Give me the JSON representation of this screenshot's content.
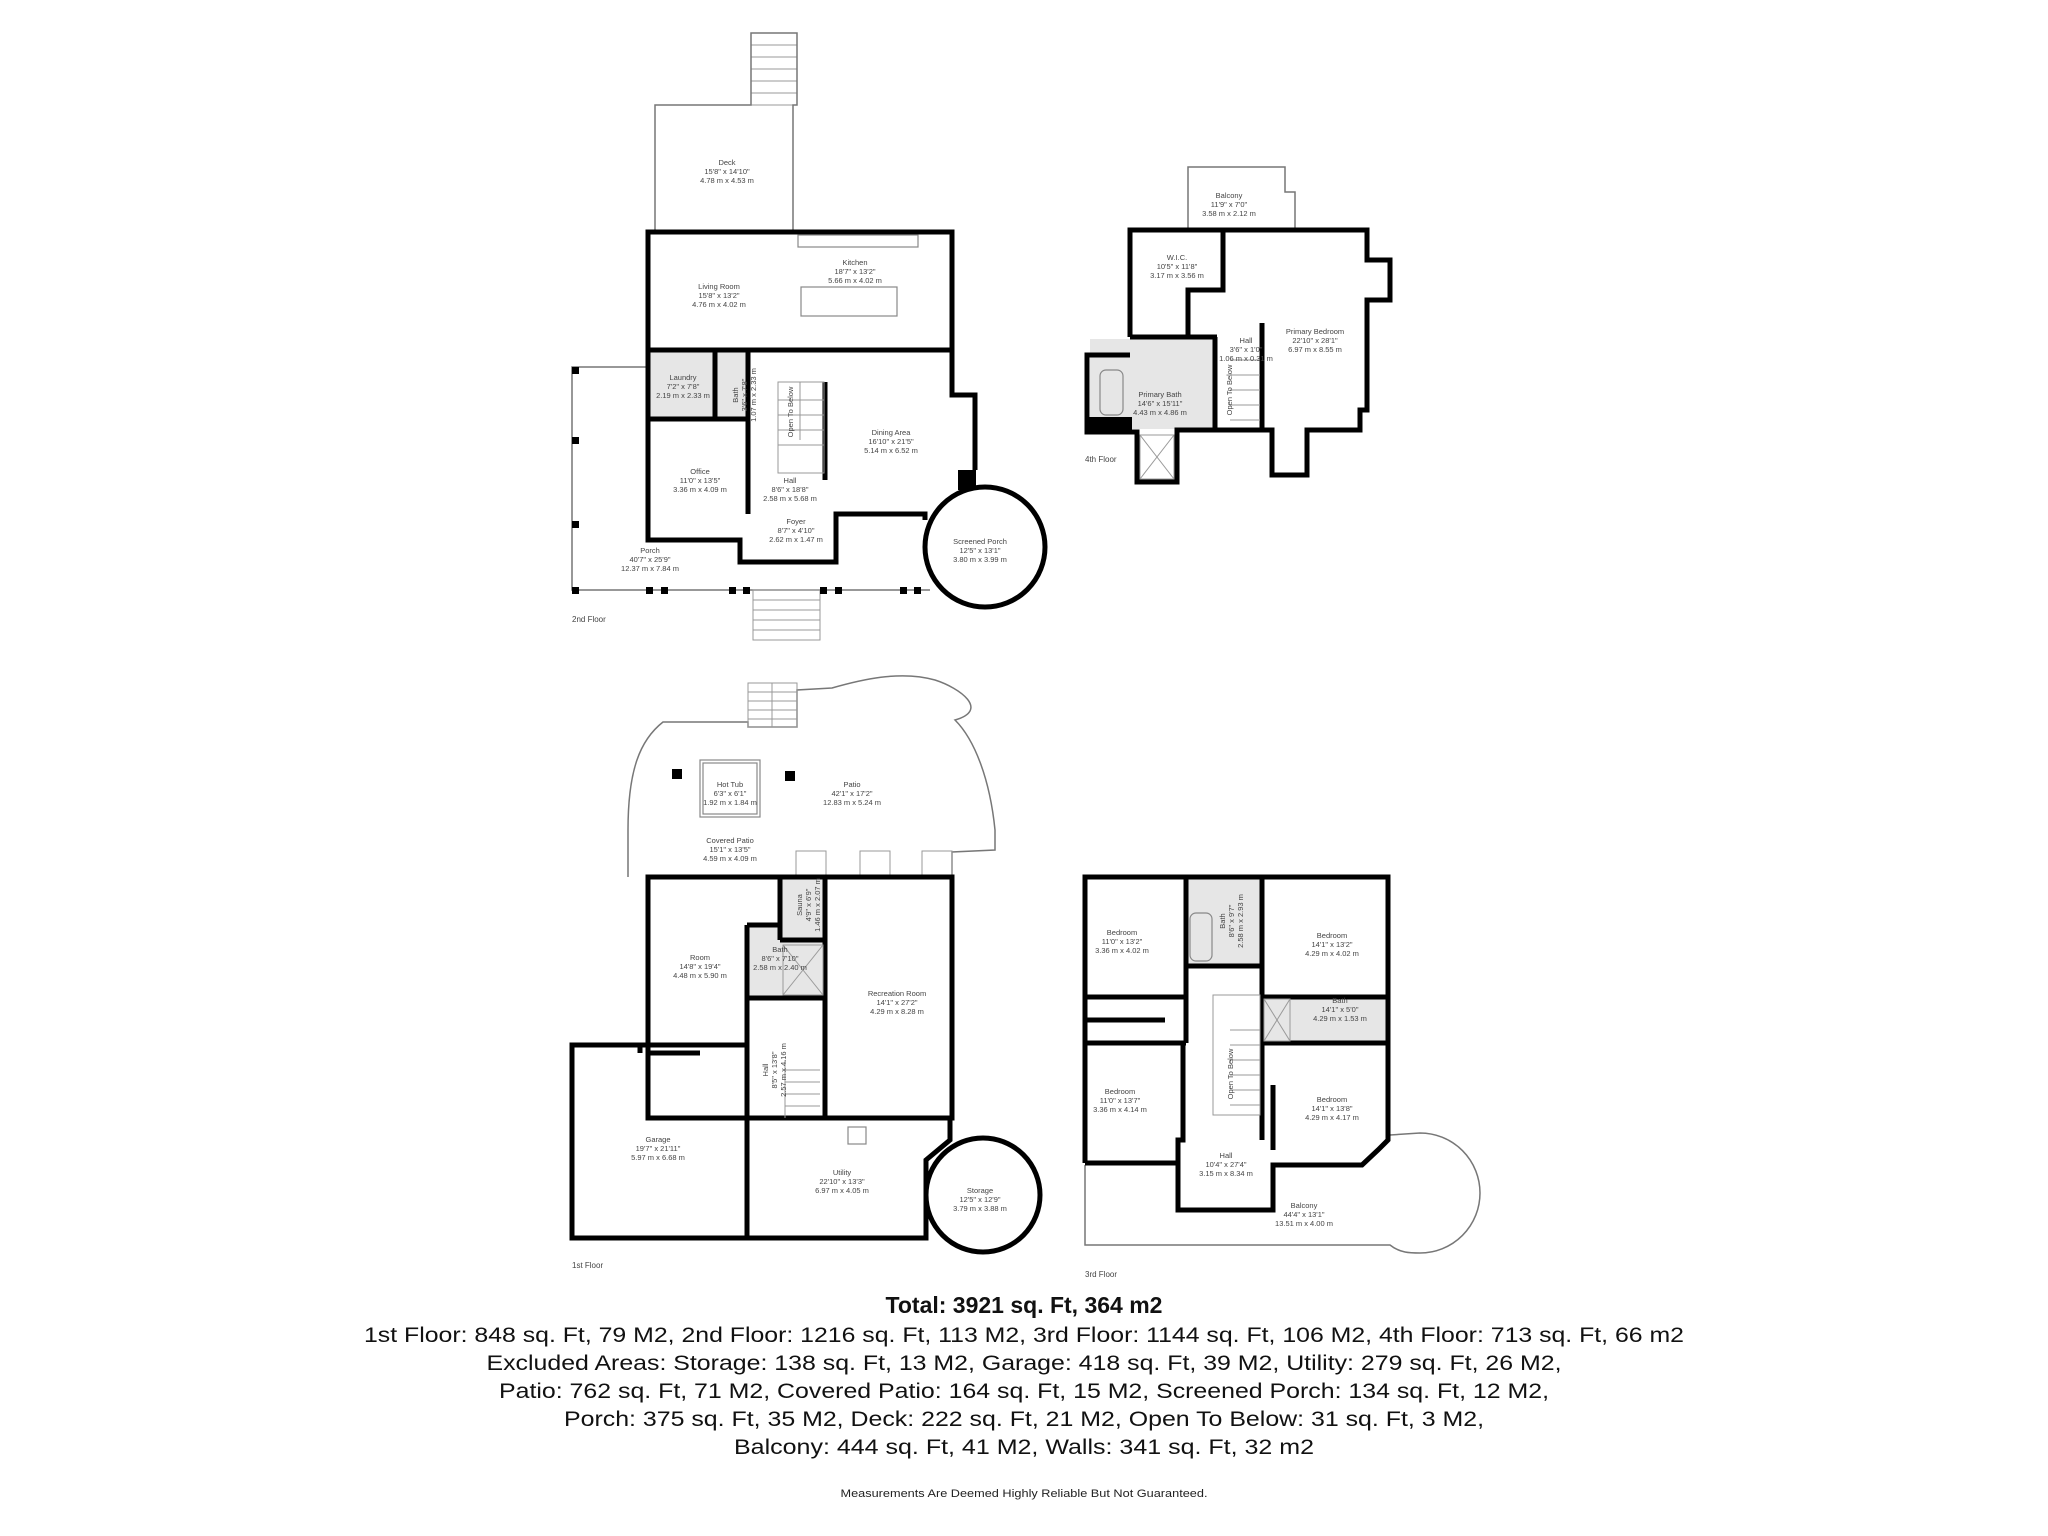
{
  "floors": {
    "second": {
      "label": "2nd Floor",
      "rooms": [
        {
          "name": "Deck",
          "imperial": "15'8\" x 14'10\"",
          "metric": "4.78 m x 4.53 m"
        },
        {
          "name": "Living Room",
          "imperial": "15'8\" x 13'2\"",
          "metric": "4.76 m x 4.02 m"
        },
        {
          "name": "Kitchen",
          "imperial": "18'7\" x 13'2\"",
          "metric": "5.66 m x 4.02 m"
        },
        {
          "name": "Laundry",
          "imperial": "7'2\" x 7'8\"",
          "metric": "2.19 m x 2.33 m"
        },
        {
          "name": "Bath",
          "imperial": "3'6\" x 7'8\"",
          "metric": "1.07 m x 2.33 m"
        },
        {
          "name": "Office",
          "imperial": "11'0\" x 13'5\"",
          "metric": "3.36 m x 4.09 m"
        },
        {
          "name": "Open To Below"
        },
        {
          "name": "Dining Area",
          "imperial": "16'10\" x 21'5\"",
          "metric": "5.14 m x 6.52 m"
        },
        {
          "name": "Hall",
          "imperial": "8'6\" x 18'8\"",
          "metric": "2.58 m x 5.68 m"
        },
        {
          "name": "Foyer",
          "imperial": "8'7\" x 4'10\"",
          "metric": "2.62 m x 1.47 m"
        },
        {
          "name": "Screened Porch",
          "imperial": "12'5\" x 13'1\"",
          "metric": "3.80 m x 3.99 m"
        },
        {
          "name": "Porch",
          "imperial": "40'7\" x 25'9\"",
          "metric": "12.37 m x 7.84 m"
        }
      ]
    },
    "fourth": {
      "label": "4th Floor",
      "rooms": [
        {
          "name": "Balcony",
          "imperial": "11'9\" x 7'0\"",
          "metric": "3.58 m x 2.12 m"
        },
        {
          "name": "W.I.C.",
          "imperial": "10'5\" x 11'8\"",
          "metric": "3.17 m x 3.56 m"
        },
        {
          "name": "Primary Bedroom",
          "imperial": "22'10\" x 28'1\"",
          "metric": "6.97 m x 8.55 m"
        },
        {
          "name": "Hall",
          "imperial": "3'6\" x 1'0\"",
          "metric": "1.06 m x 0.31 m"
        },
        {
          "name": "Primary Bath",
          "imperial": "14'6\" x 15'11\"",
          "metric": "4.43 m x 4.86 m"
        },
        {
          "name": "Open To Below"
        }
      ]
    },
    "first": {
      "label": "1st Floor",
      "rooms": [
        {
          "name": "Hot Tub",
          "imperial": "6'3\" x 6'1\"",
          "metric": "1.92 m x 1.84 m"
        },
        {
          "name": "Patio",
          "imperial": "42'1\" x 17'2\"",
          "metric": "12.83 m x 5.24 m"
        },
        {
          "name": "Covered Patio",
          "imperial": "15'1\" x 13'5\"",
          "metric": "4.59 m x 4.09 m"
        },
        {
          "name": "Room",
          "imperial": "14'8\" x 19'4\"",
          "metric": "4.48 m x 5.90 m"
        },
        {
          "name": "Sauna",
          "imperial": "4'9\" x 6'9\"",
          "metric": "1.46 m x 2.07 m"
        },
        {
          "name": "Bath",
          "imperial": "8'6\" x 7'10\"",
          "metric": "2.58 m x 2.40 m"
        },
        {
          "name": "Recreation Room",
          "imperial": "14'1\" x 27'2\"",
          "metric": "4.29 m x 8.28 m"
        },
        {
          "name": "Hall",
          "imperial": "8'5\" x 13'8\"",
          "metric": "2.57 m x 4.16 m"
        },
        {
          "name": "Garage",
          "imperial": "19'7\" x 21'11\"",
          "metric": "5.97 m x 6.68 m"
        },
        {
          "name": "Utility",
          "imperial": "22'10\" x 13'3\"",
          "metric": "6.97 m x 4.05 m"
        },
        {
          "name": "Storage",
          "imperial": "12'5\" x 12'9\"",
          "metric": "3.79 m x 3.88 m"
        }
      ]
    },
    "third": {
      "label": "3rd Floor",
      "rooms": [
        {
          "name": "Bedroom",
          "imperial": "11'0\" x 13'2\"",
          "metric": "3.36 m x 4.02 m"
        },
        {
          "name": "Bath",
          "imperial": "8'6\" x 9'7\"",
          "metric": "2.58 m x 2.93 m"
        },
        {
          "name": "Bedroom",
          "imperial": "14'1\" x 13'2\"",
          "metric": "4.29 m x 4.02 m"
        },
        {
          "name": "Bath",
          "imperial": "14'1\" x 5'0\"",
          "metric": "4.29 m x 1.53 m"
        },
        {
          "name": "Bedroom",
          "imperial": "11'0\" x 13'7\"",
          "metric": "3.36 m x 4.14 m"
        },
        {
          "name": "Open To Below"
        },
        {
          "name": "Bedroom",
          "imperial": "14'1\" x 13'8\"",
          "metric": "4.29 m x 4.17 m"
        },
        {
          "name": "Hall",
          "imperial": "10'4\" x 27'4\"",
          "metric": "3.15 m x 8.34 m"
        },
        {
          "name": "Balcony",
          "imperial": "44'4\" x 13'1\"",
          "metric": "13.51 m x 4.00 m"
        }
      ]
    }
  },
  "summary": {
    "total": "Total: 3921 sq. Ft, 364 m2",
    "lines": [
      "1st Floor: 848 sq. Ft, 79 M2, 2nd Floor: 1216 sq. Ft, 113 M2, 3rd Floor: 1144 sq. Ft, 106 M2, 4th Floor: 713 sq. Ft, 66 m2",
      "Excluded Areas: Storage: 138 sq. Ft, 13 M2, Garage: 418 sq. Ft, 39 M2, Utility: 279 sq. Ft, 26 M2,",
      "Patio: 762 sq. Ft, 71 M2, Covered Patio: 164 sq. Ft, 15 M2, Screened Porch: 134 sq. Ft, 12 M2,",
      "Porch: 375 sq. Ft, 35 M2, Deck: 222 sq. Ft, 21 M2, Open To Below: 31 sq. Ft, 3 M2,",
      "Balcony: 444 sq. Ft, 41 M2, Walls: 341 sq. Ft, 32 m2"
    ],
    "disclaimer": "Measurements Are Deemed Highly Reliable But Not Guaranteed."
  }
}
